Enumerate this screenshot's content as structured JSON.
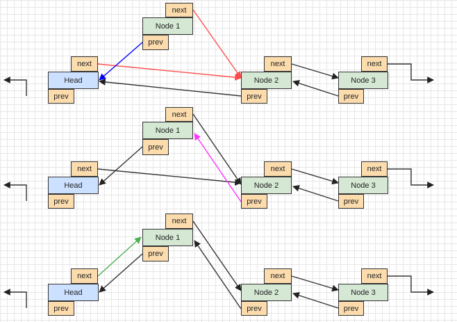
{
  "labels": {
    "next": "next",
    "prev": "prev",
    "head": "Head",
    "node1": "Node 1",
    "node2": "Node 2",
    "node3": "Node 3"
  },
  "colors": {
    "grid": "#e6e6e6",
    "pointer_fill": "#fcdcad",
    "node_fill": "#d5e8d4",
    "head_fill": "#cce0ff",
    "arrow_default": "#333333",
    "arrow_red": "#ff4d4d",
    "arrow_blue": "#0000ff",
    "arrow_magenta": "#ff33ff",
    "arrow_green": "#4caf50"
  }
}
